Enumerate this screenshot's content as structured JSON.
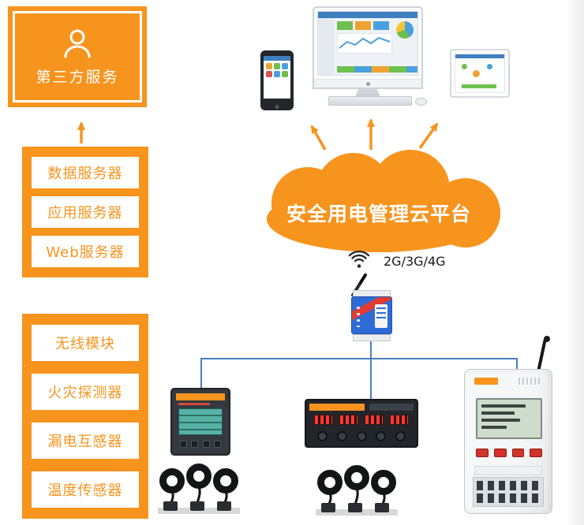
{
  "palette": {
    "orange": "#F7941E",
    "connection_blue": "#4A7EBB",
    "led_red": "#FF3A2D"
  },
  "left_panel": {
    "third_party": {
      "label": "第三方服务",
      "icon": "person-icon"
    },
    "server_group": {
      "items": [
        "数据服务器",
        "应用服务器",
        "Web服务器"
      ]
    },
    "field_group": {
      "items": [
        "无线模块",
        "火灾探测器",
        "漏电互感器",
        "温度传感器"
      ]
    }
  },
  "cloud": {
    "label": "安全用电管理云平台"
  },
  "network": {
    "label": "2G/3G/4G",
    "icon": "wifi-icon"
  },
  "devices": {
    "top": [
      "smartphone",
      "desktop-computer",
      "tablet"
    ],
    "gateway": "wireless-gateway",
    "field": [
      "power-meter",
      "monitoring-device",
      "din-rail-detector",
      "current-transformers"
    ]
  }
}
